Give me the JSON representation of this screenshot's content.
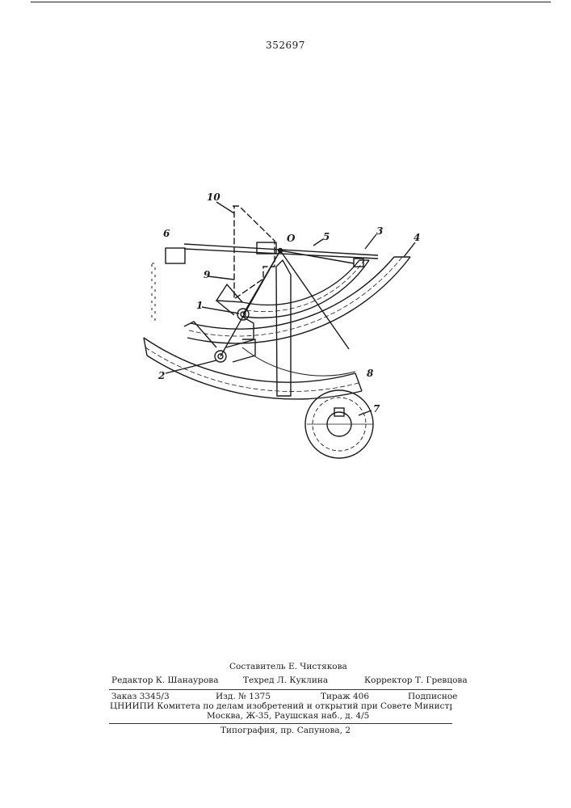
{
  "patent_number": "352697",
  "figure_labels": {
    "l1": "1",
    "l2": "2",
    "l3": "3",
    "l4": "4",
    "l5": "5",
    "l6": "6",
    "l7": "7",
    "l8": "8",
    "l9": "9",
    "l10": "10",
    "lO": "O"
  },
  "imprint": {
    "compiler": "Составитель Е. Чистякова",
    "editor": "Редактор К. Шанаурова",
    "techred": "Техред Л. Куклина",
    "corrector": "Корректор Т. Гревцова",
    "order": "Заказ 3345/3",
    "edition": "Изд. № 1375",
    "circulation": "Тираж 406",
    "subscription": "Подписное",
    "institute_line": "ЦНИИПИ Комитета по делам изобретений и открытий при Совете Министров СССР",
    "address": "Москва, Ж-35, Раушская наб., д. 4/5",
    "printing": "Типография, пр. Сапунова, 2"
  }
}
